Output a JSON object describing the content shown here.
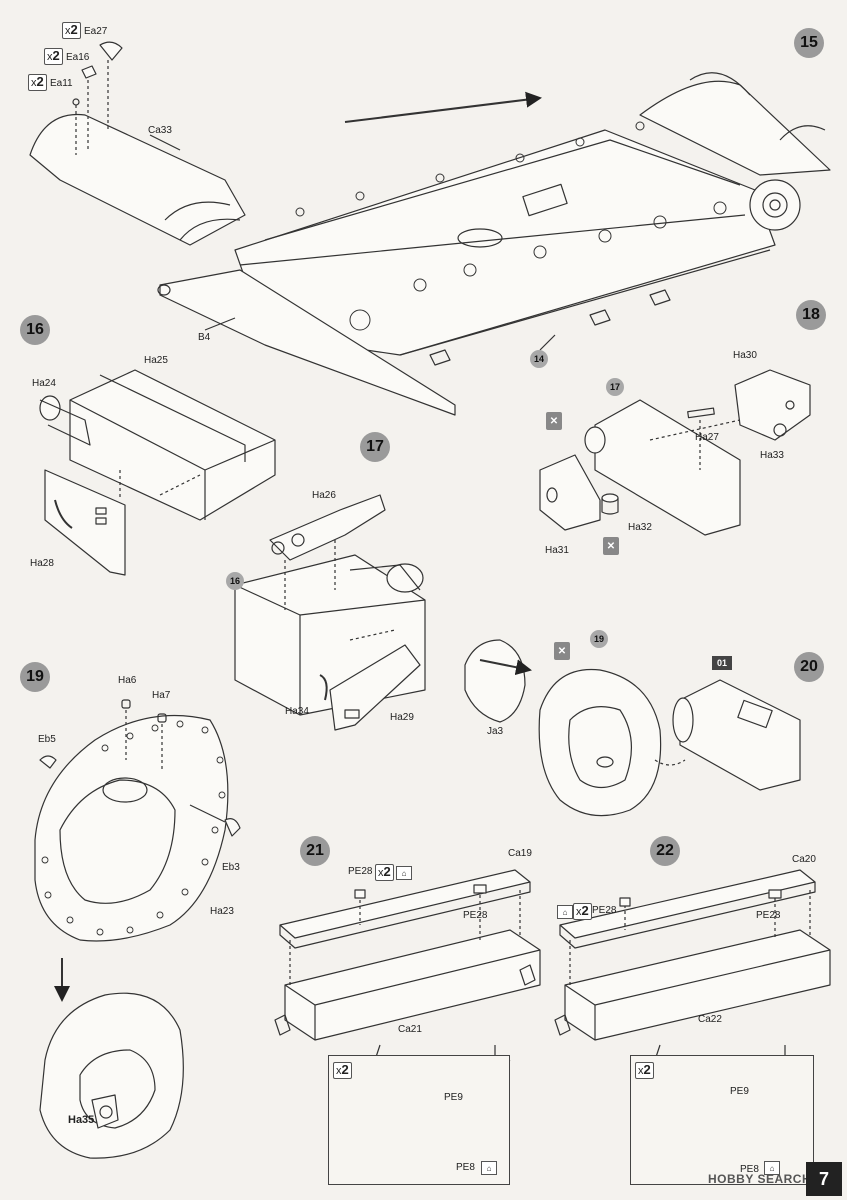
{
  "steps": [
    "15",
    "16",
    "17",
    "18",
    "19",
    "20",
    "21",
    "22"
  ],
  "refs": {
    "step15_ref": "14",
    "step17_ref": "16",
    "step18_ref": "17",
    "step20_ref": "19",
    "step20_part": "01"
  },
  "quantities": {
    "x2": "2",
    "x_prefix": "x"
  },
  "parts": {
    "ea27": "Ea27",
    "ea16": "Ea16",
    "ea11": "Ea11",
    "ca33": "Ca33",
    "b4": "B4",
    "ha24": "Ha24",
    "ha25": "Ha25",
    "ha28": "Ha28",
    "ha26": "Ha26",
    "ha34": "Ha34",
    "ha29": "Ha29",
    "ha30": "Ha30",
    "ha27": "Ha27",
    "ha33": "Ha33",
    "ha31": "Ha31",
    "ha32": "Ha32",
    "ha6": "Ha6",
    "ha7": "Ha7",
    "eb5": "Eb5",
    "eb3": "Eb3",
    "ha23": "Ha23",
    "ha35": "Ha35",
    "ja3": "Ja3",
    "pe28_a": "PE28",
    "pe28_b": "PE28",
    "ca19": "Ca19",
    "ca21": "Ca21",
    "pe9_a": "PE9",
    "pe8_a": "PE8",
    "pe28_c": "PE28",
    "pe28_d": "PE28",
    "ca20": "Ca20",
    "ca22": "Ca22",
    "pe9_b": "PE9",
    "pe8_b": "PE8"
  },
  "footer": {
    "watermark": "HOBBY SEARCH",
    "page": "7"
  },
  "colors": {
    "step_circle": "#9a9a9a",
    "line": "#333333",
    "paper": "#f4f2ee"
  }
}
